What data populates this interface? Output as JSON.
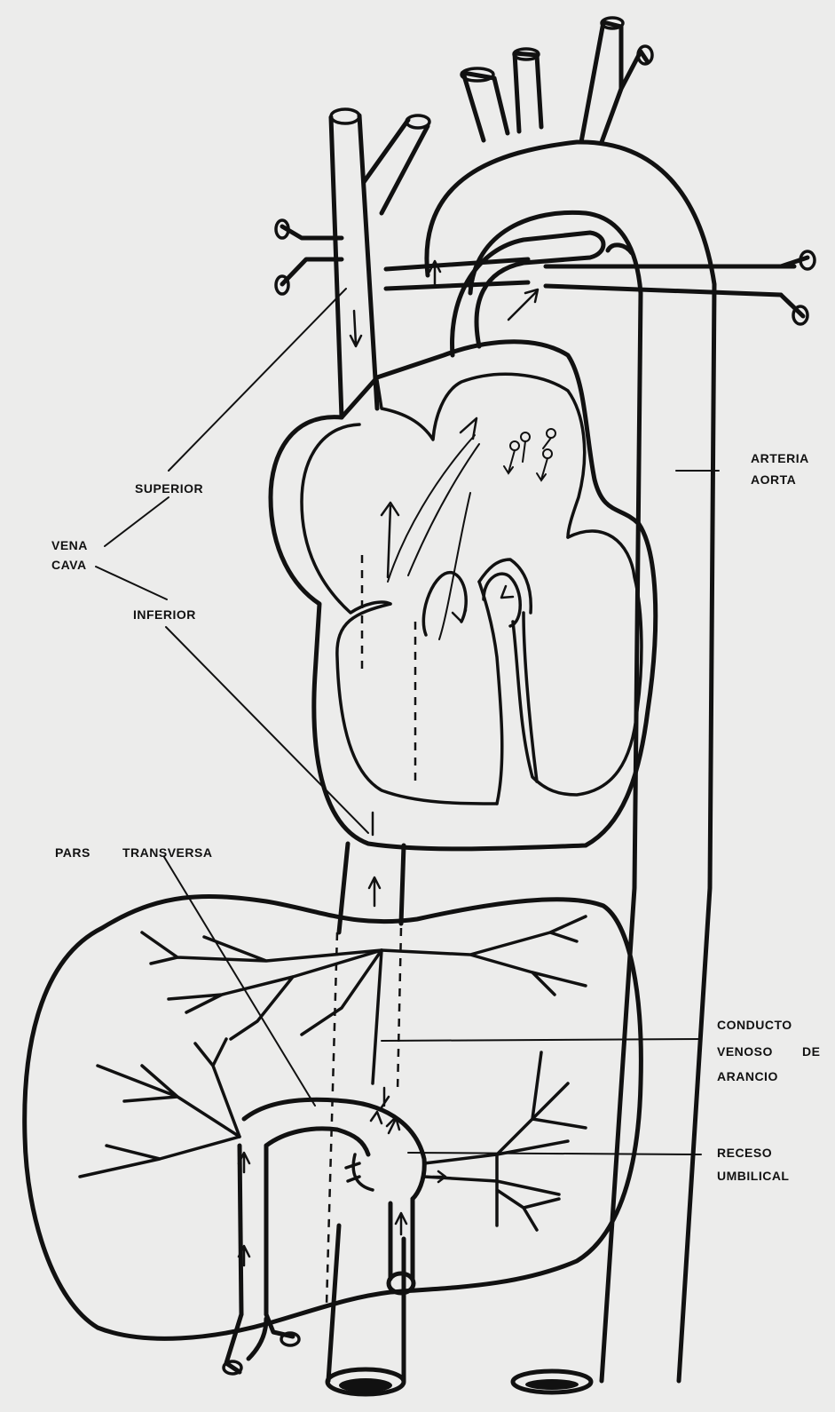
{
  "labels": {
    "vena_cava_superior": "SUPERIOR",
    "vena": "VENA",
    "cava": "CAVA",
    "vena_cava_inferior": "INFERIOR",
    "arteria": "ARTERIA",
    "aorta": "AORTA",
    "pars": "PARS",
    "transversa": "TRANSVERSA",
    "conducto": "CONDUCTO",
    "venoso": "VENOSO",
    "de": "DE",
    "arancio": "ARANCIO",
    "receso": "RECESO",
    "umbilical": "UMBILICAL"
  },
  "colors": {
    "background": "#ececeb",
    "ink": "#111111"
  }
}
